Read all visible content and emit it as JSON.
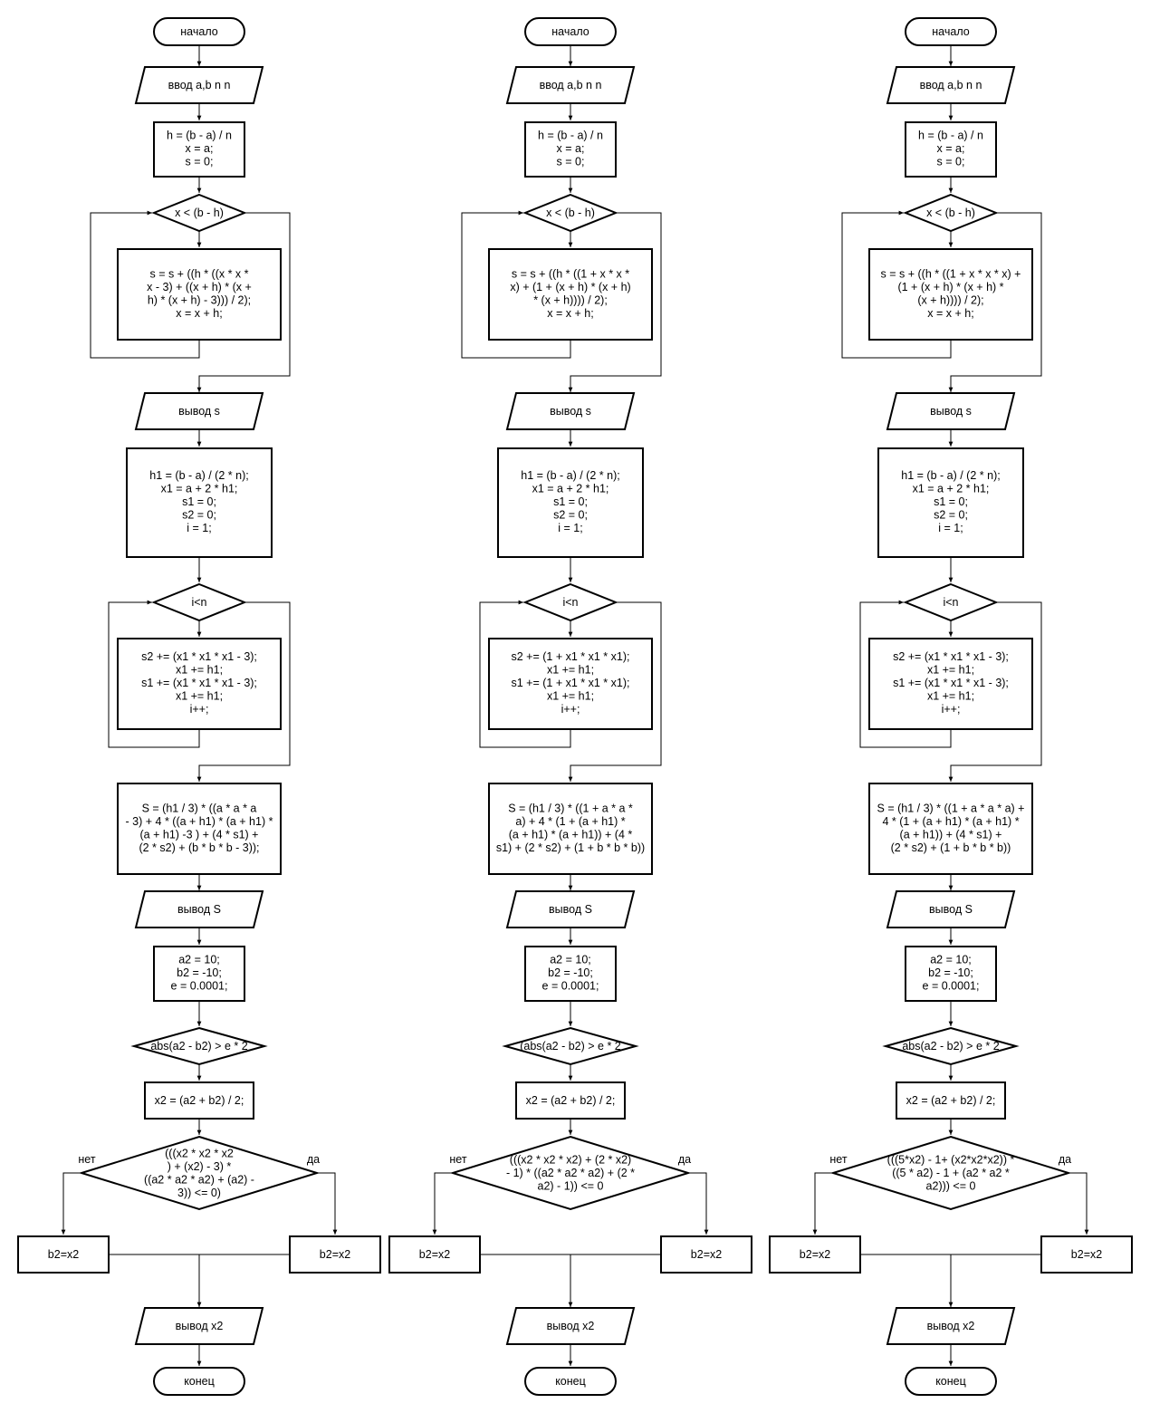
{
  "flowcharts": [
    {
      "start": "начало",
      "input": "ввод a,b n n",
      "init1": [
        "h = (b - a) / n",
        "x = a;",
        "s = 0;"
      ],
      "cond1": "x < (b - h)",
      "loop1": [
        "s = s + ((h * ((x * x *",
        "x - 3) + ((x + h) * (x +",
        "h) * (x + h) - 3))) / 2);",
        "x = x + h;"
      ],
      "out1": "вывод s",
      "init2": [
        "h1 = (b - a) / (2 * n);",
        "x1 = a + 2 * h1;",
        "s1 = 0;",
        "s2 = 0;",
        "i = 1;"
      ],
      "cond2": "i<n",
      "loop2": [
        "s2 += (x1 * x1 * x1 - 3);",
        "x1 += h1;",
        "s1 += (x1 * x1 * x1 - 3);",
        "x1 += h1;",
        "i++;"
      ],
      "calc": [
        "S = (h1 / 3) * ((a * a * a",
        "- 3) + 4 * ((a + h1) * (a + h1) *",
        "(a + h1) -3 ) + (4 * s1) +",
        "(2 * s2) + (b * b * b - 3));"
      ],
      "out2": "вывод S",
      "init3": [
        "a2 = 10;",
        "b2 = -10;",
        "e = 0.0001;"
      ],
      "cond3": "abs(a2 - b2) > e * 2",
      "mid": "x2 = (a2 + b2) / 2;",
      "cond4": [
        "(((x2 * x2 * x2",
        ") + (x2) - 3) *",
        "((a2 * a2 * a2) + (a2) -",
        "3)) <= 0)"
      ],
      "no": "нет",
      "yes": "да",
      "left": "b2=x2",
      "right": "b2=x2",
      "out3": "вывод x2",
      "end": "конец"
    },
    {
      "start": "начало",
      "input": "ввод a,b n n",
      "init1": [
        "h = (b - a) / n",
        "x = a;",
        "s = 0;"
      ],
      "cond1": "x < (b - h)",
      "loop1": [
        "s = s + ((h * ((1 + x * x *",
        "x) + (1 + (x + h) * (x + h)",
        "* (x + h)))) / 2);",
        "x = x + h;"
      ],
      "out1": "вывод s",
      "init2": [
        "h1 = (b - a) / (2 * n);",
        "x1 = a + 2 * h1;",
        "s1 = 0;",
        "s2 = 0;",
        "i = 1;"
      ],
      "cond2": "i<n",
      "loop2": [
        "s2 += (1 + x1 * x1 * x1);",
        "x1 += h1;",
        "s1 += (1 + x1 * x1 * x1);",
        "x1 += h1;",
        "i++;"
      ],
      "calc": [
        "S = (h1 / 3) * ((1 + a * a *",
        "a) + 4 * (1 + (a + h1) *",
        "(a + h1) * (a + h1)) + (4 *",
        "s1) + (2 * s2) + (1 + b * b * b))"
      ],
      "out2": "вывод S",
      "init3": [
        "a2 = 10;",
        "b2 = -10;",
        "e = 0.0001;"
      ],
      "cond3": "(abs(a2 - b2) > e * 2",
      "mid": "x2 = (a2 + b2) / 2;",
      "cond4": [
        "(((x2 * x2 * x2) + (2 * x2)",
        "- 1) * ((a2 * a2 * a2) + (2 *",
        "a2) - 1)) <= 0"
      ],
      "no": "нет",
      "yes": "да",
      "left": "b2=x2",
      "right": "b2=x2",
      "out3": "вывод x2",
      "end": "конец"
    },
    {
      "start": "начало",
      "input": "ввод a,b n n",
      "init1": [
        "h = (b - a) / n",
        "x = a;",
        "s = 0;"
      ],
      "cond1": "x < (b - h)",
      "loop1": [
        "s = s + ((h * ((1 + x * x * x) +",
        "(1 + (x + h) * (x + h) *",
        "(x + h)))) / 2);",
        "x = x + h;"
      ],
      "out1": "вывод s",
      "init2": [
        "h1 = (b - a) / (2 * n);",
        "x1 = a + 2 * h1;",
        "s1 = 0;",
        "s2 = 0;",
        "i = 1;"
      ],
      "cond2": "i<n",
      "loop2": [
        "s2 += (x1 * x1 * x1 - 3);",
        "x1 += h1;",
        "s1 += (x1 * x1 * x1 - 3);",
        "x1 += h1;",
        "i++;"
      ],
      "calc": [
        "S = (h1 / 3) * ((1 + a * a * a) +",
        "4 * (1 + (a + h1) * (a + h1) *",
        "(a + h1)) + (4 * s1) +",
        "(2 * s2) + (1 + b * b * b))"
      ],
      "out2": "вывод S",
      "init3": [
        "a2 = 10;",
        "b2 = -10;",
        "e = 0.0001;"
      ],
      "cond3": "abs(a2 - b2) > e * 2",
      "mid": "x2 = (a2 + b2) / 2;",
      "cond4": [
        "(((5*x2) - 1+ (x2*x2*x2)) *",
        "((5 * a2) - 1 + (a2 * a2 *",
        "a2))) <= 0"
      ],
      "no": "нет",
      "yes": "да",
      "left": "b2=x2",
      "right": "b2=x2",
      "out3": "вывод x2",
      "end": "конец"
    }
  ]
}
